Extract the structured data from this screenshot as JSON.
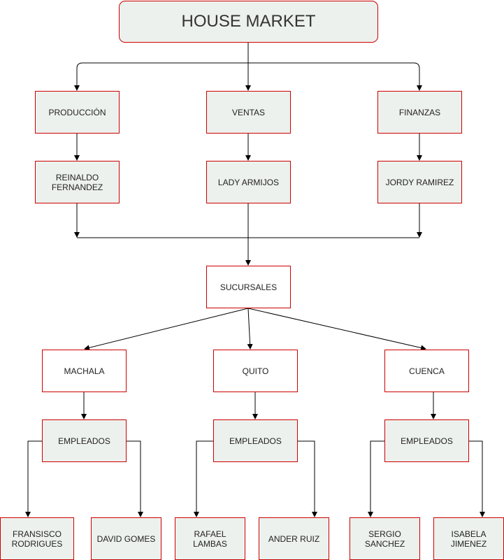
{
  "title": "HOUSE MARKET",
  "departments": [
    {
      "name": "PRODUCCIÓN",
      "manager": "REINALDO\nFERNANDEZ"
    },
    {
      "name": "VENTAS",
      "manager": "LADY ARMIJOS"
    },
    {
      "name": "FINANZAS",
      "manager": "JORDY RAMIREZ"
    }
  ],
  "sucursales": "SUCURSALES",
  "branches": [
    {
      "name": "MACHALA",
      "group": "EMPLEADOS",
      "employees": [
        "FRANSISCO\nRODRIGUES",
        "DAVID GOMES"
      ]
    },
    {
      "name": "QUITO",
      "group": "EMPLEADOS",
      "employees": [
        "RAFAEL\nLAMBAS",
        "ANDER RUIZ"
      ]
    },
    {
      "name": "CUENCA",
      "group": "EMPLEADOS",
      "employees": [
        "SERGIO\nSANCHEZ",
        "ISABELA\nJIMENEZ"
      ]
    }
  ],
  "colors": {
    "border": "#cc0000",
    "fill": "#edf1ed",
    "edge": "#000000"
  }
}
